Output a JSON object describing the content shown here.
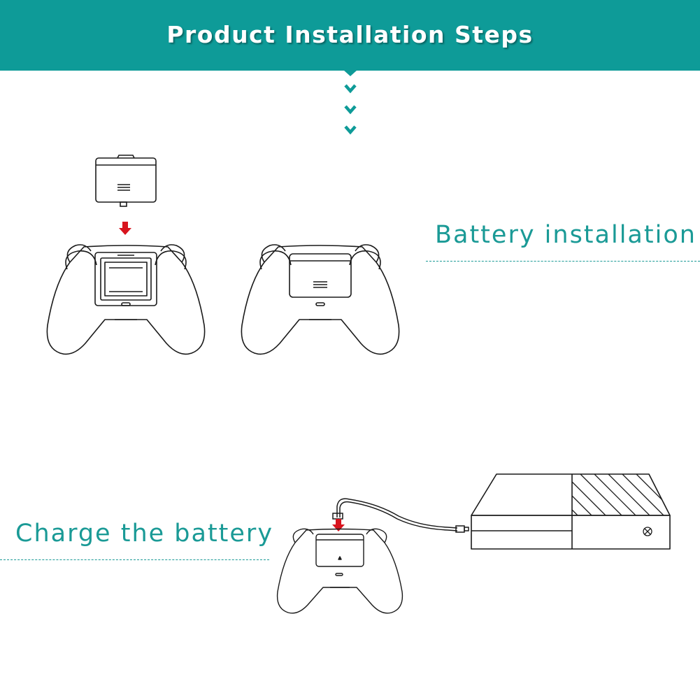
{
  "header": {
    "title": "Product Installation Steps",
    "color": "#0e9b98"
  },
  "sections": {
    "battery_installation": "Battery installation",
    "charge_battery": "Charge the battery"
  },
  "colors": {
    "accent": "#1a9a96",
    "arrow": "#d8141e",
    "line": "#1a1a1a"
  },
  "icons": [
    "chevron-down-icon",
    "arrow-down-icon",
    "xbox-logo-icon"
  ]
}
